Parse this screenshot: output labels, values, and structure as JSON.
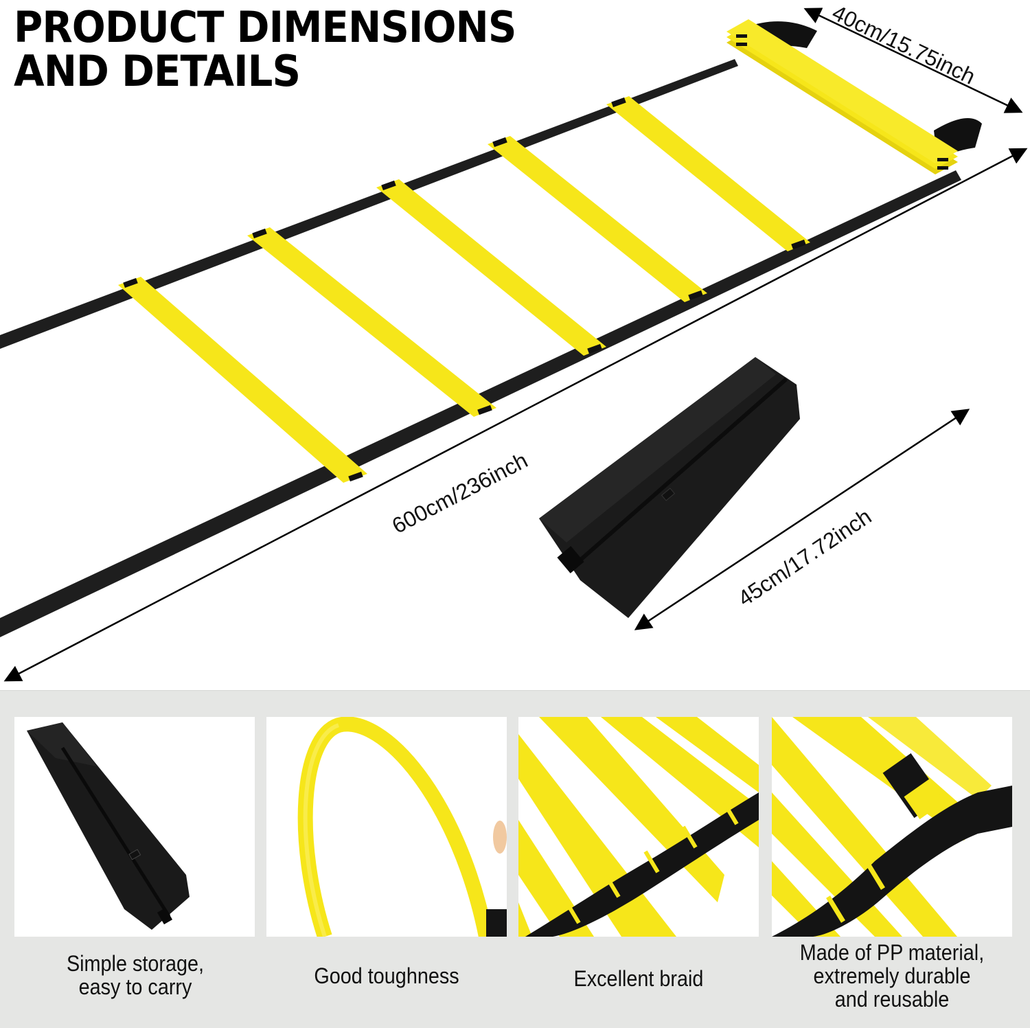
{
  "header": {
    "title_line1": "PRODUCT DIMENSIONS",
    "title_line2": "AND DETAILS"
  },
  "dimensions": {
    "rung_width": "40cm/15.75inch",
    "ladder_length": "600cm/236inch",
    "bag_length": "45cm/17.72inch"
  },
  "features": [
    {
      "image": "storage-bag-image",
      "caption_line1": "Simple storage,",
      "caption_line2": "easy to carry",
      "caption_line3": ""
    },
    {
      "image": "bent-rung-image",
      "caption_line1": "Good toughness",
      "caption_line2": "",
      "caption_line3": ""
    },
    {
      "image": "braid-closeup-image",
      "caption_line1": "Excellent braid",
      "caption_line2": "",
      "caption_line3": ""
    },
    {
      "image": "pp-material-image",
      "caption_line1": "Made of PP material,",
      "caption_line2": "extremely durable",
      "caption_line3": "and reusable"
    }
  ],
  "colors": {
    "rung_yellow": "#f6e61a",
    "strap_black": "#1c1c1c",
    "panel_background": "#e5e6e4"
  }
}
